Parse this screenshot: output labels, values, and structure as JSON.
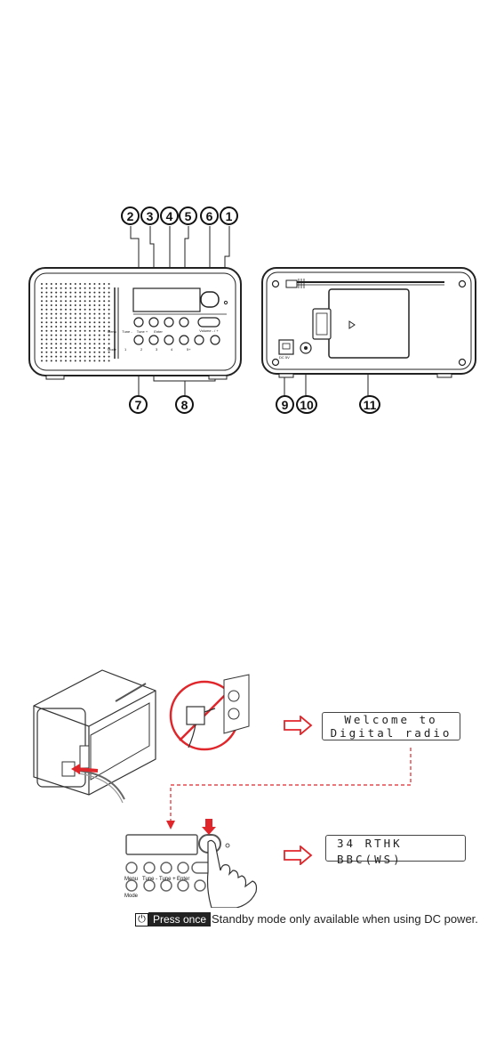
{
  "callouts": {
    "c1": "1",
    "c2": "2",
    "c3": "3",
    "c4": "4",
    "c5": "5",
    "c6": "6",
    "c7": "7",
    "c8": "8",
    "c9": "9",
    "c10": "10",
    "c11": "11"
  },
  "front_labels": {
    "menu": "Menu",
    "mode": "Mode",
    "tune_minus": "Tune -",
    "tune_plus": "Tune +",
    "enter": "Enter",
    "volume": "Volume - / +",
    "p1": "1",
    "p2": "2",
    "p3": "3",
    "p4": "4",
    "p5": "5+"
  },
  "rear_labels": {
    "dc": "DC 5V"
  },
  "lcd_welcome": {
    "line1": "Welcome to",
    "line2": "Digital radio"
  },
  "lcd_station": {
    "line1": "34 RTHK BBC(WS)"
  },
  "press_badge": {
    "icon": "power-icon",
    "label": "Press once"
  },
  "note": "Standby mode only available when using DC power.",
  "colors": {
    "accent_red": "#e0262b",
    "line": "#222222",
    "lcd_border": "#444444"
  }
}
